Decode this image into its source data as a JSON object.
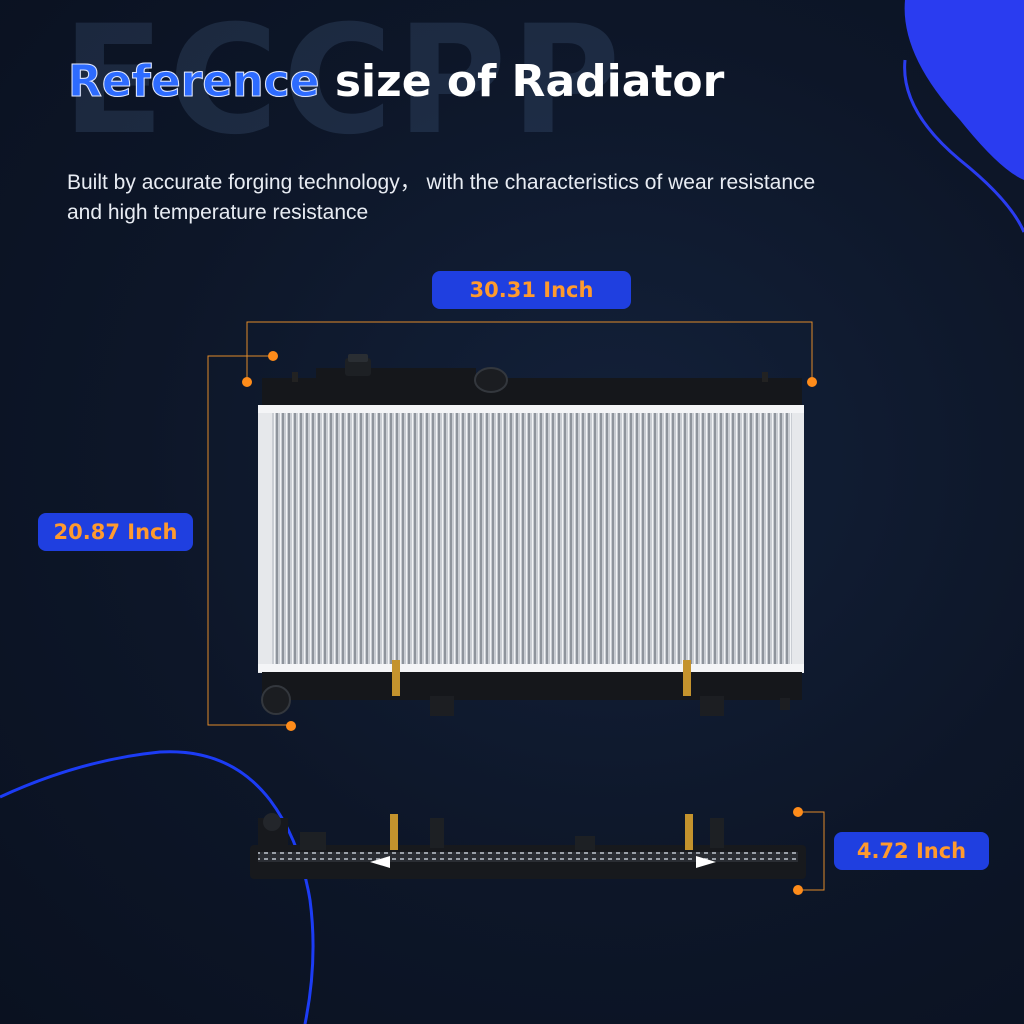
{
  "watermark": {
    "text": "ECCPP"
  },
  "header": {
    "title_highlight": "Reference",
    "title_rest": "size of Radiator",
    "subtitle": "Built by accurate forging technology，  with the characteristics of wear resistance and high temperature resistance"
  },
  "dimensions": {
    "width_label": "30.31 Inch",
    "height_label": "20.87 Inch",
    "depth_label": "4.72 Inch"
  },
  "colors": {
    "background": "#0d1628",
    "accent_blue": "#1f3fe0",
    "dimension_orange": "#ff9a2e",
    "line_blue": "#1c3cf5"
  }
}
